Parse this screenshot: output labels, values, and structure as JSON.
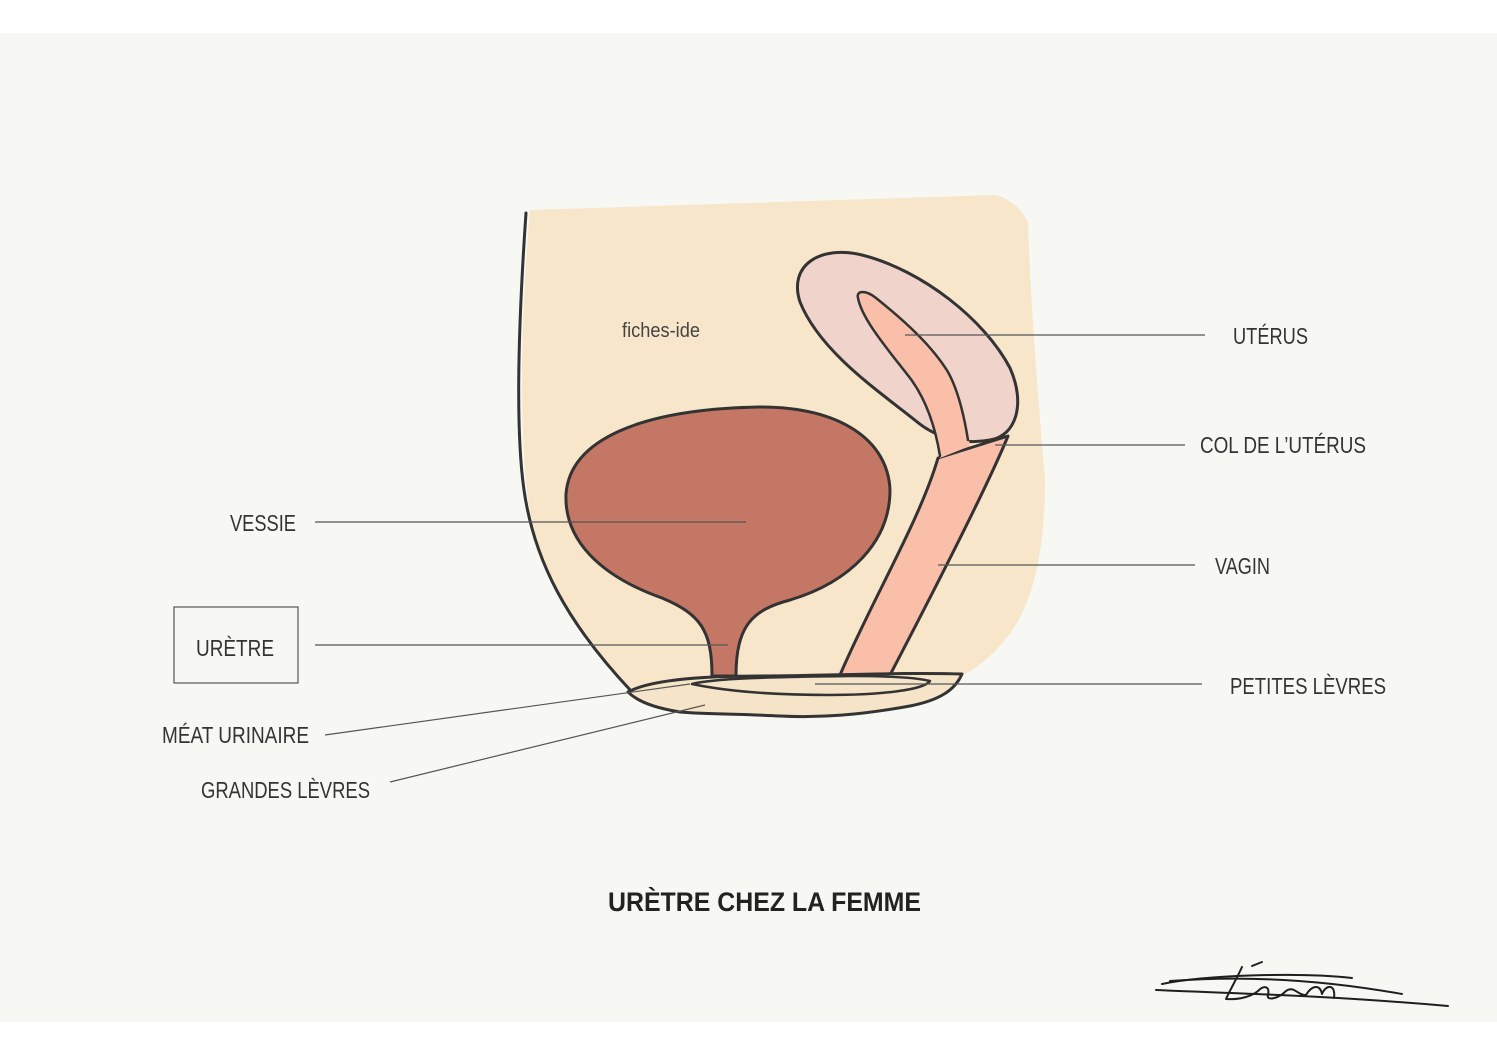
{
  "watermark": "fiches-ide",
  "title": "URÈTRE CHEZ LA FEMME",
  "labels": {
    "uterus": "UTÉRUS",
    "col_uterus": "COL DE L’UTÉRUS",
    "vagin": "VAGIN",
    "petites_levres": "PETITES LÈVRES",
    "vessie": "VESSIE",
    "uretre": "URÈTRE",
    "meat_urinaire": "MÉAT URINAIRE",
    "grandes_levres": "GRANDES LÈVRES"
  },
  "colors": {
    "page": "#ffffff",
    "background": "#f7f7f3",
    "body": "#f8e6cb",
    "bladder": "#c47764",
    "uterus": "#f0d4cb",
    "vagina": "#f9bfa9",
    "labia": "#f6e4c8",
    "outline": "#333333",
    "leader": "#555555"
  }
}
